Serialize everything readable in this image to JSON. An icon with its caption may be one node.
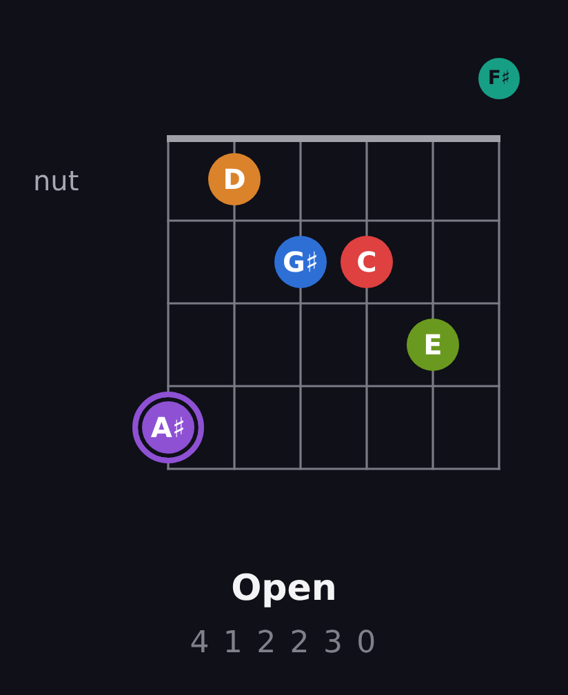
{
  "diagram": {
    "title": "Open",
    "nodes": [
      {
        "text": [
          "F♯"
        ]
      },
      {
        "text": [
          "D"
        ]
      },
      {
        "text": [
          "G♯"
        ]
      },
      {
        "text": [
          "C"
        ]
      },
      {
        "text": [
          "E"
        ]
      },
      {
        "text": [
          "A♯"
        ]
      }
    ],
    "labels": [
      "nut",
      "4 1 2 2 3 0"
    ]
  }
}
